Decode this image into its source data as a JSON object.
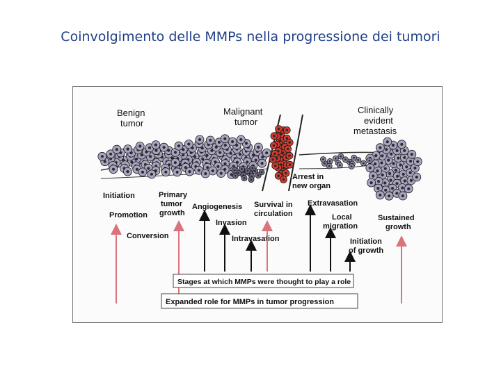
{
  "title": "Coinvolgimento delle MMPs nella progressione dei tumori",
  "figure": {
    "phase_labels": {
      "benign": [
        "Benign",
        "tumor"
      ],
      "malignant": [
        "Malignant",
        "tumor"
      ],
      "metastasis": [
        "Clinically",
        "evident",
        "metastasis"
      ]
    },
    "arrest": [
      "Arrest in",
      "new organ"
    ],
    "stages": {
      "initiation": "Initiation",
      "promotion": "Promotion",
      "conversion": "Conversion",
      "primary_growth": [
        "Primary",
        "tumor",
        "growth"
      ],
      "angiogenesis": "Angiogenesis",
      "invasion": "Invasion",
      "intravasation": "Intravasation",
      "survival": [
        "Survival in",
        "circulation"
      ],
      "extravasation": "Extravasation",
      "local_migration": [
        "Local",
        "migration"
      ],
      "initiation_growth": [
        "Initiation",
        "of growth"
      ],
      "sustained_growth": [
        "Sustained",
        "growth"
      ]
    },
    "legend": {
      "black_arrows": "Stages at which MMPs were thought to play a role",
      "red_arrows": "Expanded role for MMPs in tumor progression"
    },
    "colors": {
      "red_arrow": "#d9747c",
      "black_arrow": "#111111",
      "cells": "#a8a3be",
      "blood_cells": "#d63a2e"
    }
  }
}
